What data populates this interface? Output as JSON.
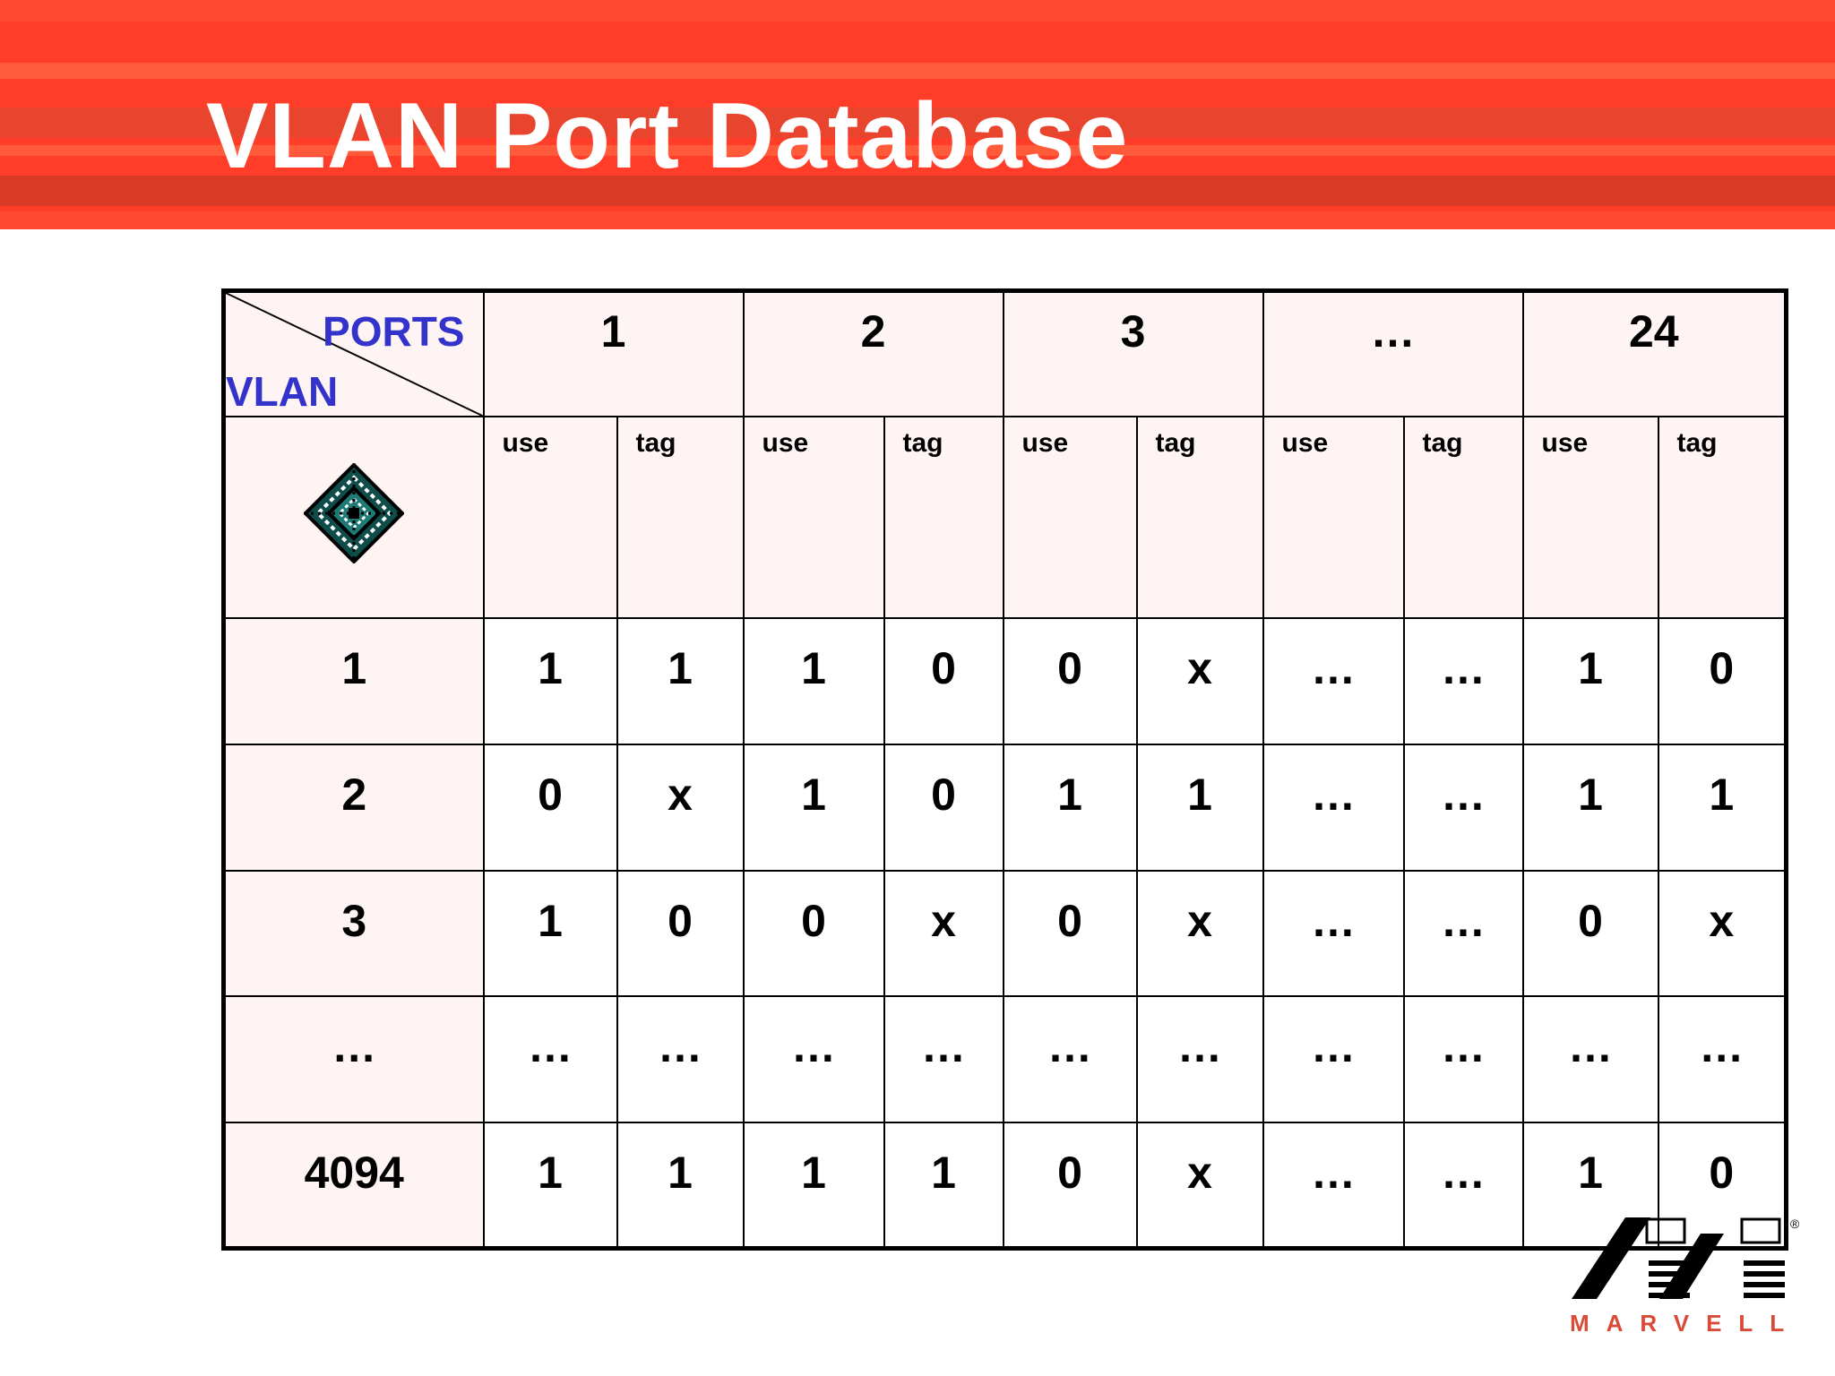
{
  "title": "VLAN Port Database",
  "colors": {
    "banner": "#ff3d29",
    "axis_label": "#3333cc",
    "header_fill": "#fff4f4",
    "logo_text": "#d94a38"
  },
  "table": {
    "corner": {
      "ports_label": "PORTS",
      "vlan_label": "VLAN"
    },
    "ports": [
      "1",
      "2",
      "3",
      "…",
      "24"
    ],
    "subheaders": [
      "use",
      "tag"
    ],
    "row_icon": "diamond-switch-icon",
    "rows": [
      {
        "vlan": "1",
        "values": [
          "1",
          "1",
          "1",
          "0",
          "0",
          "x",
          "…",
          "…",
          "1",
          "0"
        ]
      },
      {
        "vlan": "2",
        "values": [
          "0",
          "x",
          "1",
          "0",
          "1",
          "1",
          "…",
          "…",
          "1",
          "1"
        ]
      },
      {
        "vlan": "3",
        "values": [
          "1",
          "0",
          "0",
          "x",
          "0",
          "x",
          "…",
          "…",
          "0",
          "x"
        ]
      },
      {
        "vlan": "…",
        "values": [
          "…",
          "…",
          "…",
          "…",
          "…",
          "…",
          "…",
          "…",
          "…",
          "…"
        ]
      },
      {
        "vlan": "4094",
        "values": [
          "1",
          "1",
          "1",
          "1",
          "0",
          "x",
          "…",
          "…",
          "1",
          "0"
        ]
      }
    ]
  },
  "logo": {
    "text": "MARVELL",
    "mark": "®"
  }
}
